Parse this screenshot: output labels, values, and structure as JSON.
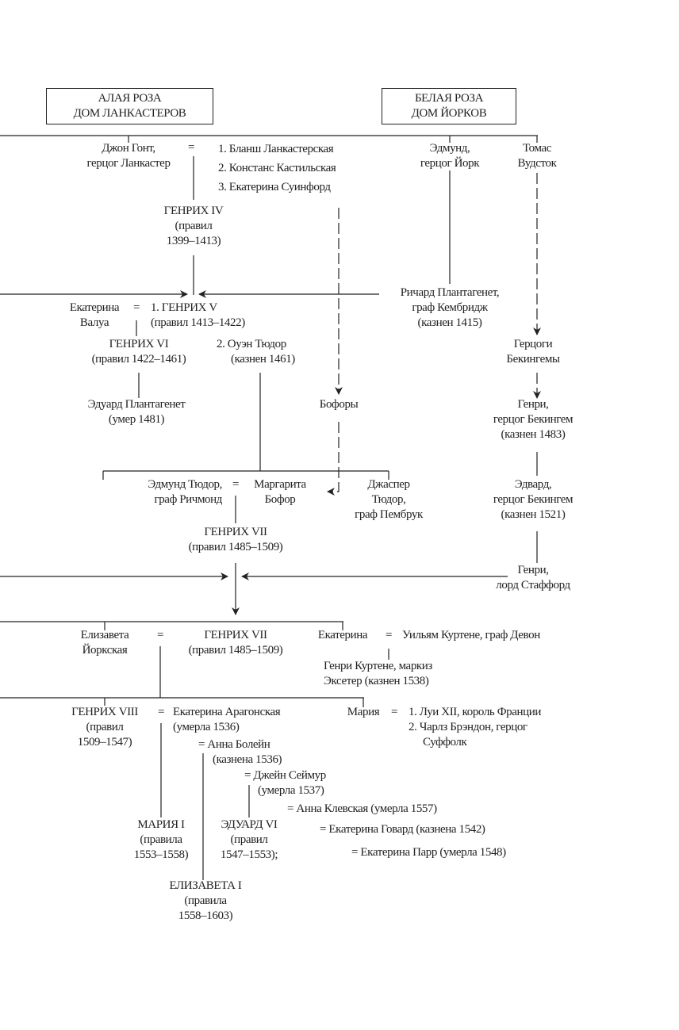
{
  "houses": {
    "lancaster": {
      "line1": "АЛАЯ РОЗА",
      "line2": "ДОМ ЛАНКАСТЕРОВ"
    },
    "york": {
      "line1": "БЕЛАЯ РОЗА",
      "line2": "ДОМ ЙОРКОВ"
    }
  },
  "marriage_sign": "=",
  "people": {
    "john_gaunt": [
      "Джон Гонт,",
      "герцог Ланкастер"
    ],
    "gaunt_wives": [
      "1. Бланш Ланкастерская",
      "2. Констанс Кастильская",
      "3. Екатерина Суинфорд"
    ],
    "edmund_york": [
      "Эдмунд,",
      "герцог Йорк"
    ],
    "thomas_woodstock": [
      "Томас",
      "Вудсток"
    ],
    "henry4": [
      "ГЕНРИХ IV",
      "(правил",
      "1399–1413)"
    ],
    "richard_cambridge": [
      "Ричард Плантагенет,",
      "граф Кембридж",
      "(казнен 1415)"
    ],
    "catherine_valois": [
      "Екатерина",
      "Валуа"
    ],
    "henry5": [
      "1. ГЕНРИХ V",
      "(правил 1413–1422)"
    ],
    "henry6": [
      "ГЕНРИХ VI",
      "(правил 1422–1461)"
    ],
    "owen_tudor": [
      "2. Оуэн Тюдор",
      "(казнен 1461)"
    ],
    "dukes_buckingham": [
      "Герцоги",
      "Бекингемы"
    ],
    "edward_plantagenet": [
      "Эдуард Плантагенет",
      "(умер 1481)"
    ],
    "beauforts": [
      "Бофоры"
    ],
    "henry_buckingham": [
      "Генри,",
      "герцог Бекингем",
      "(казнен 1483)"
    ],
    "edmund_tudor": [
      "Эдмунд Тюдор,",
      "граф Ричмонд"
    ],
    "margaret_beaufort": [
      "Маргарита",
      "Бофор"
    ],
    "jasper_tudor": [
      "Джаспер",
      "Тюдор,",
      "граф Пембрук"
    ],
    "edward_buckingham": [
      "Эдвард,",
      "герцог Бекингем",
      "(казнен 1521)"
    ],
    "henry7_a": [
      "ГЕНРИХ VII",
      "(правил 1485–1509)"
    ],
    "henry_stafford": [
      "Генри,",
      "лорд Стаффорд"
    ],
    "elizabeth_york": [
      "Елизавета",
      "Йоркская"
    ],
    "henry7_b": [
      "ГЕНРИХ VII",
      "(правил 1485–1509)"
    ],
    "catherine_york": [
      "Екатерина"
    ],
    "william_courtenay": [
      "Уильям Куртене, граф Девон"
    ],
    "henry_courtenay": [
      "Генри Куртене, маркиз",
      "Эксетер (казнен 1538)"
    ],
    "henry8": [
      "ГЕНРИХ VIII",
      "(правил",
      "1509–1547)"
    ],
    "catherine_aragon": [
      "Екатерина Арагонская",
      "(умерла 1536)"
    ],
    "anne_boleyn": [
      "= Анна Болейн",
      "(казнена 1536)"
    ],
    "jane_seymour": [
      "= Джейн Сеймур",
      "(умерла 1537)"
    ],
    "anne_cleves": [
      "= Анна Клевская (умерла 1557)"
    ],
    "catherine_howard": [
      "= Екатерина Говард (казнена 1542)"
    ],
    "catherine_parr": [
      "= Екатерина Парр (умерла 1548)"
    ],
    "mary_tudor": [
      "Мария"
    ],
    "mary_husbands": [
      "1. Луи XII, король Франции",
      "2. Чарлз Брэндон, герцог",
      "Суффолк"
    ],
    "mary1": [
      "МАРИЯ I",
      "(правила",
      "1553–1558)"
    ],
    "edward6": [
      "ЭДУАРД VI",
      "(правил",
      "1547–1553);"
    ],
    "elizabeth1": [
      "ЕЛИЗАВЕТА I",
      "(правила",
      "1558–1603)"
    ]
  }
}
